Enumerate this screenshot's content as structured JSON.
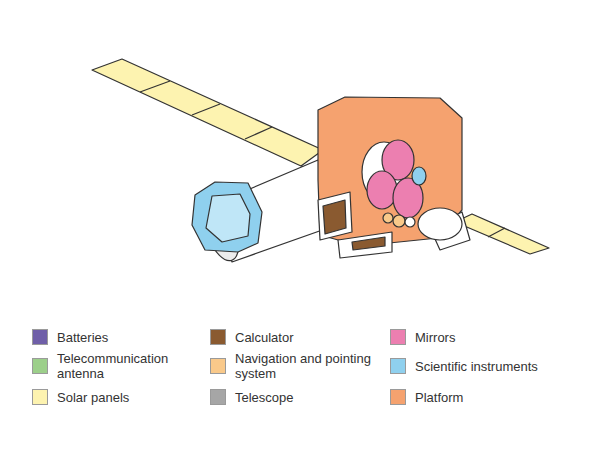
{
  "diagram": {
    "legend": [
      {
        "text": "Batteries",
        "color": "#6f5fa8"
      },
      {
        "text": "Calculator",
        "color": "#8a5a30"
      },
      {
        "text": "Mirrors",
        "color": "#ec7fb0"
      },
      {
        "text": "Telecommunication antenna",
        "color": "#9ccf8a"
      },
      {
        "text": "Navigation and pointing system",
        "color": "#f9c98a"
      },
      {
        "text": "Scientific instruments",
        "color": "#8fd0ee"
      },
      {
        "text": "Solar panels",
        "color": "#fdf3b0"
      },
      {
        "text": "Telescope",
        "color": "#a6a6a6"
      },
      {
        "text": "Platform",
        "color": "#f5a26f"
      }
    ]
  }
}
